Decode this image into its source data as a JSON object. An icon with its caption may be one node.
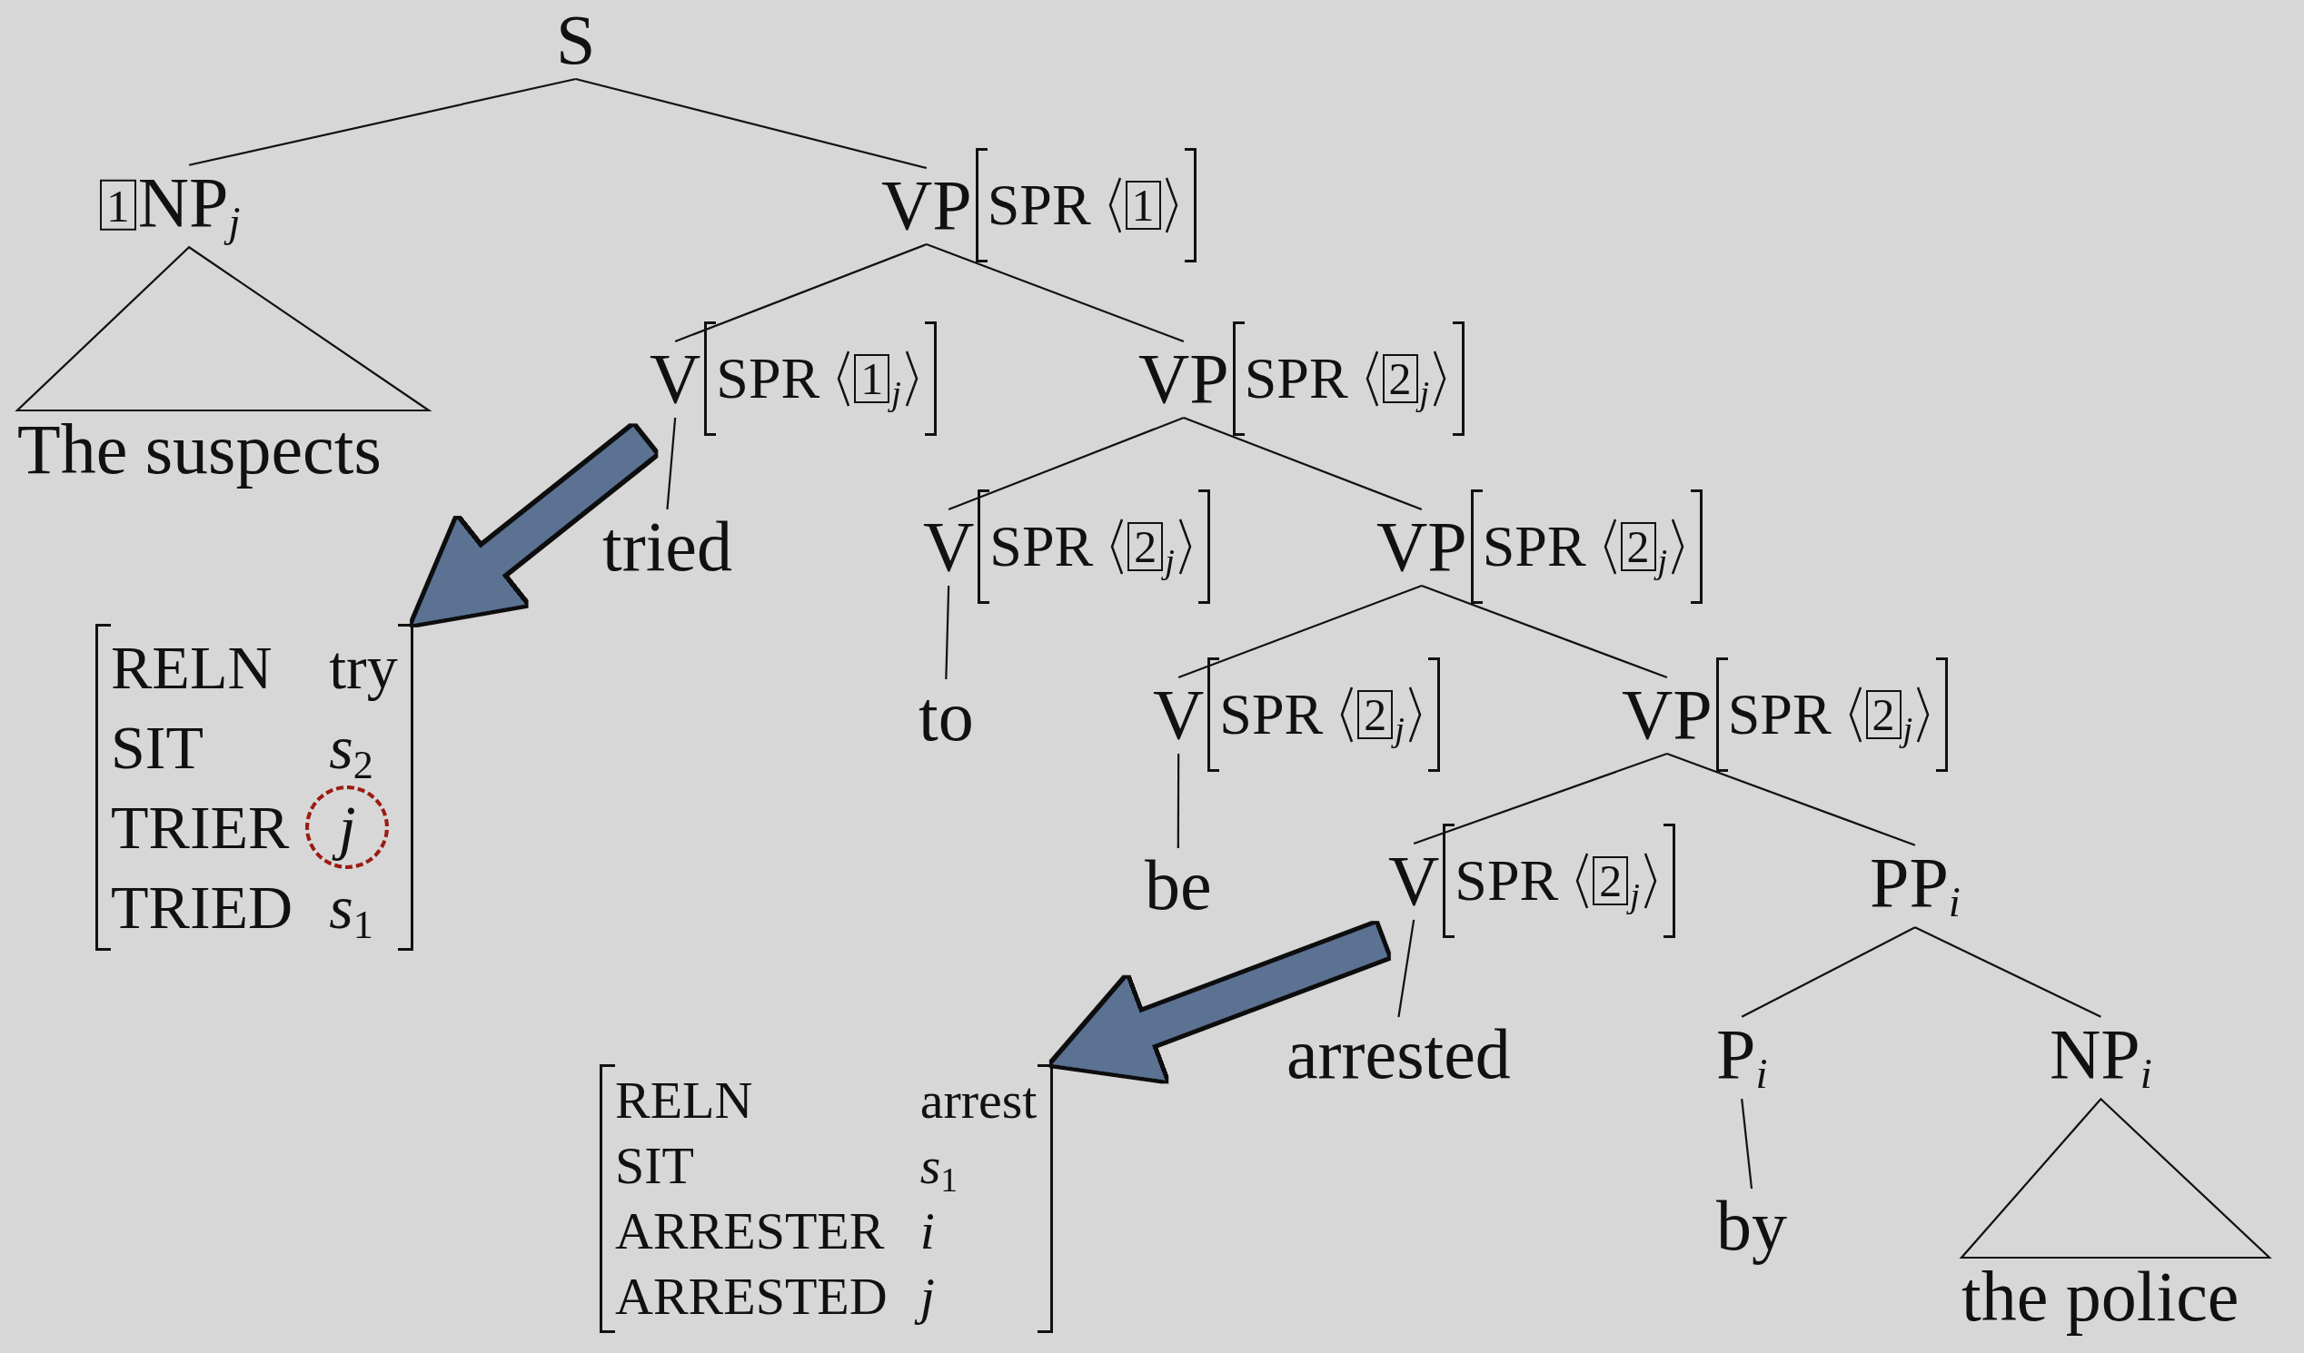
{
  "diagram": {
    "nodes": [
      {
        "text": [
          "S"
        ]
      },
      {
        "text": [
          "1",
          "NP$_{j}$"
        ]
      },
      {
        "text": [
          "VP",
          "SPR",
          "1"
        ]
      },
      {
        "text": [
          "V",
          "SPR",
          "1",
          "j"
        ]
      },
      {
        "text": [
          "VP",
          "SPR",
          "2",
          "j"
        ]
      },
      {
        "text": [
          "The suspects"
        ]
      },
      {
        "text": [
          "tried"
        ]
      },
      {
        "text": [
          "V",
          "SPR",
          "2",
          "j"
        ]
      },
      {
        "text": [
          "VP",
          "SPR",
          "2",
          "j"
        ]
      },
      {
        "text": [
          "RELN",
          "try",
          "SIT",
          "*s*$_{2}$",
          "TRIER",
          "j",
          "TRIED",
          "*s*$_{1}$"
        ]
      },
      {
        "text": [
          "to"
        ]
      },
      {
        "text": [
          "V",
          "SPR",
          "2",
          "j"
        ]
      },
      {
        "text": [
          "VP",
          "SPR",
          "2",
          "j"
        ]
      },
      {
        "text": [
          "be"
        ]
      },
      {
        "text": [
          "V",
          "SPR",
          "2",
          "j"
        ]
      },
      {
        "text": [
          "PP$_{i}$"
        ]
      },
      {
        "text": [
          "arrested"
        ]
      },
      {
        "text": [
          "P$_{i}$"
        ]
      },
      {
        "text": [
          "NP$_{i}$"
        ]
      },
      {
        "text": [
          "RELN",
          "arrest",
          "SIT",
          "*s*$_{1}$",
          "ARRESTER",
          "i",
          "ARRESTED",
          "j"
        ]
      },
      {
        "text": [
          "by"
        ]
      },
      {
        "text": [
          "the police"
        ]
      }
    ],
    "edges": [
      {
        "from": 0,
        "to": 1,
        "arrow": "none"
      },
      {
        "from": 0,
        "to": 2,
        "arrow": "none"
      },
      {
        "from": 1,
        "to": 5,
        "arrow": "none"
      },
      {
        "from": 2,
        "to": 3,
        "arrow": "none"
      },
      {
        "from": 2,
        "to": 4,
        "arrow": "none"
      },
      {
        "from": 3,
        "to": 6,
        "arrow": "none"
      },
      {
        "from": 4,
        "to": 7,
        "arrow": "none"
      },
      {
        "from": 4,
        "to": 8,
        "arrow": "none"
      },
      {
        "from": 7,
        "to": 10,
        "arrow": "none"
      },
      {
        "from": 8,
        "to": 11,
        "arrow": "none"
      },
      {
        "from": 8,
        "to": 12,
        "arrow": "none"
      },
      {
        "from": 11,
        "to": 13,
        "arrow": "none"
      },
      {
        "from": 12,
        "to": 14,
        "arrow": "none"
      },
      {
        "from": 12,
        "to": 15,
        "arrow": "none"
      },
      {
        "from": 14,
        "to": 16,
        "arrow": "none"
      },
      {
        "from": 15,
        "to": 17,
        "arrow": "none"
      },
      {
        "from": 15,
        "to": 18,
        "arrow": "none"
      },
      {
        "from": 17,
        "to": 20,
        "arrow": "none"
      },
      {
        "from": 18,
        "to": 21,
        "arrow": "none"
      },
      {
        "from": 3,
        "to": 9,
        "arrow": "to",
        "style": "thick",
        "color": "#5b7293"
      },
      {
        "from": 14,
        "to": 19,
        "arrow": "to",
        "style": "thick",
        "color": "#5b7293"
      }
    ]
  }
}
